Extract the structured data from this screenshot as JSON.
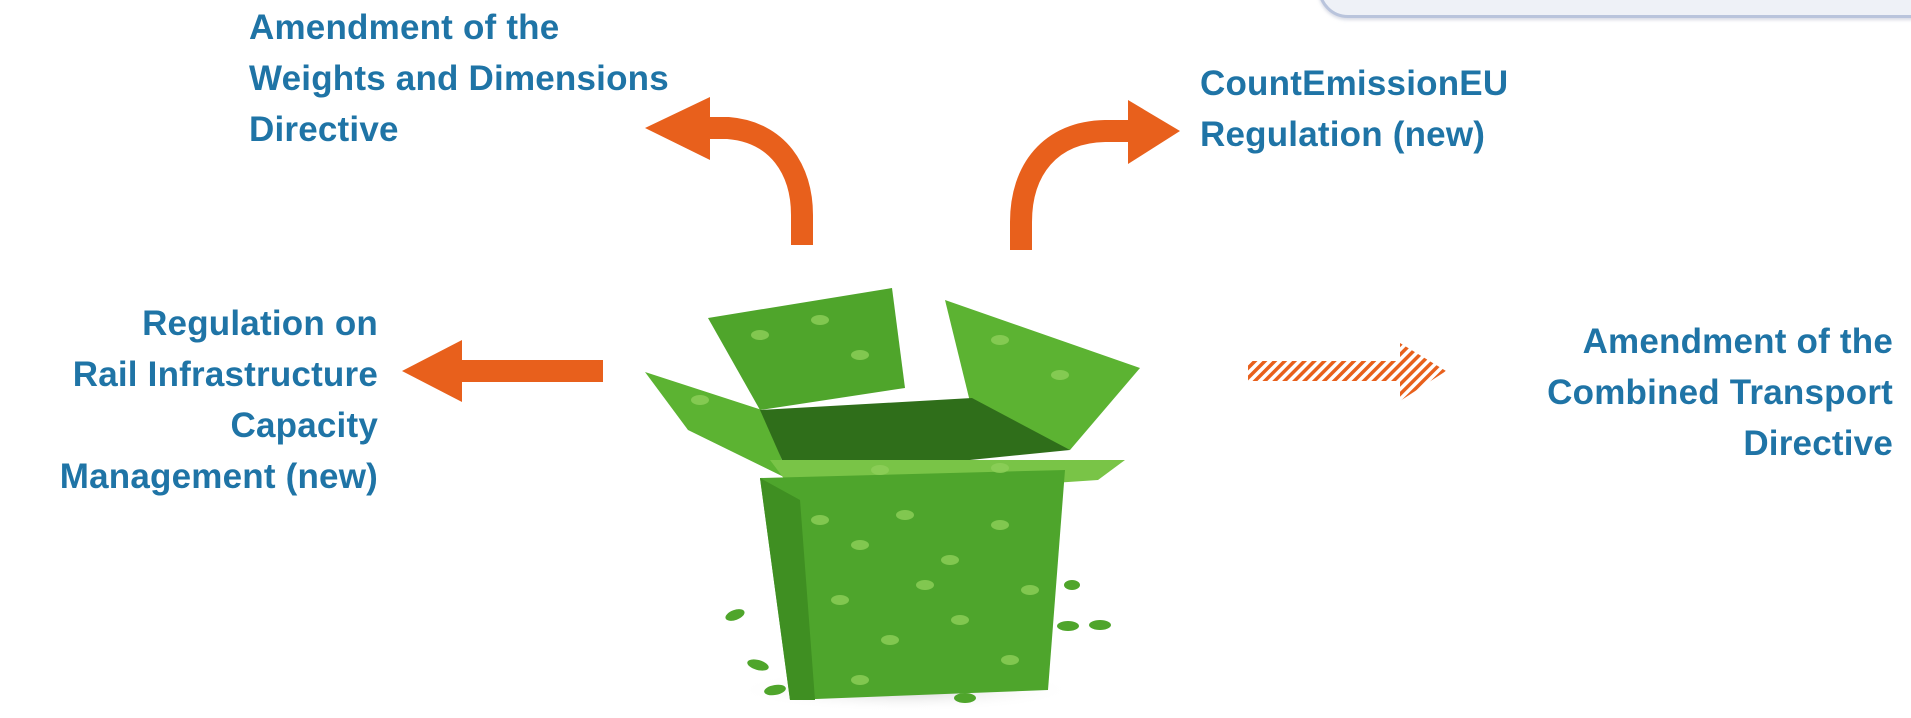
{
  "labels": {
    "weights_dimensions": [
      "Amendment of the",
      "Weights and Dimensions",
      "Directive"
    ],
    "countemission": [
      "CountEmissionEU",
      "Regulation (new)"
    ],
    "rail_capacity": [
      "Regulation on",
      "Rail Infrastructure",
      "Capacity",
      "Management (new)"
    ],
    "combined_transport": [
      "Amendment of the",
      "Combined Transport",
      "Directive"
    ]
  },
  "colors": {
    "text": "#1f74a6",
    "arrow": "#e8601c",
    "leaf_dark": "#3f8f22",
    "leaf_mid": "#5cb332",
    "leaf_light": "#8ed05a"
  },
  "icons": [
    "curved-arrow-up-left-icon",
    "curved-arrow-up-right-icon",
    "arrow-left-icon",
    "hatched-arrow-right-icon",
    "leaf-box-icon"
  ]
}
